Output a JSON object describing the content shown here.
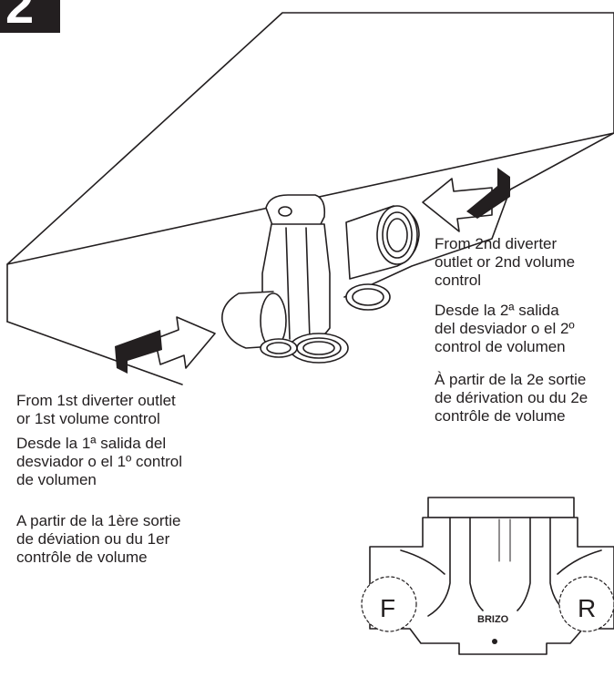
{
  "step": {
    "number": "2"
  },
  "inlet_left": {
    "en": "From 1st diverter outlet\nor 1st volume control",
    "es": "Desde la 1ª salida del\ndesviador o el 1º control\nde volumen",
    "fr": "A partir de la 1ère sortie\nde déviation ou du 1er\ncontrôle de volume"
  },
  "inlet_right": {
    "en": "From 2nd diverter\noutlet or 2nd volume\ncontrol",
    "es": "Desde la 2ª salida\ndel desviador o el 2º\ncontrol de volumen",
    "fr": "À partir de la 2e sortie\nde dérivation ou du 2e\ncontrôle de volume"
  },
  "valve_detail": {
    "label_front": "F",
    "label_rear": "R",
    "brand": "BRIZO"
  },
  "colors": {
    "ink": "#231f20",
    "background": "#ffffff"
  }
}
